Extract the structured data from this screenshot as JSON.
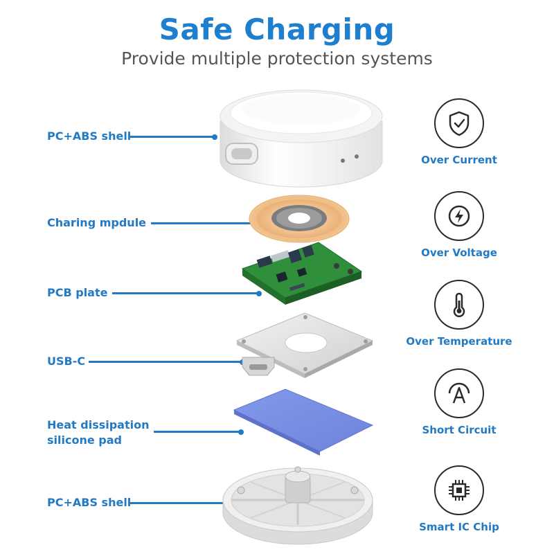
{
  "header": {
    "title": "Safe Charging",
    "subtitle": "Provide multiple protection systems"
  },
  "components": [
    {
      "label": "PC+ABS shell"
    },
    {
      "label": "Charing mpdule"
    },
    {
      "label": "PCB plate"
    },
    {
      "label": "USB-C"
    },
    {
      "label": "Heat dissipation silicone pad",
      "line1": "Heat dissipation",
      "line2": "silicone pad"
    },
    {
      "label": "PC+ABS shell"
    }
  ],
  "features": [
    {
      "label": "Over Current",
      "icon": "shield-check-icon"
    },
    {
      "label": "Over Voltage",
      "icon": "lightning-bolt-icon"
    },
    {
      "label": "Over Temperature",
      "icon": "thermometer-icon"
    },
    {
      "label": "Short Circuit",
      "icon": "short-circuit-arc-icon"
    },
    {
      "label": "Smart IC Chip",
      "icon": "ic-chip-icon"
    }
  ],
  "colors": {
    "accent": "#1e7fcf",
    "label": "#2279c4",
    "subtitle": "#555555",
    "silicone_pad": "#7b8fe3",
    "pcb": "#2f8f3a",
    "coil": "#e9b87c"
  }
}
